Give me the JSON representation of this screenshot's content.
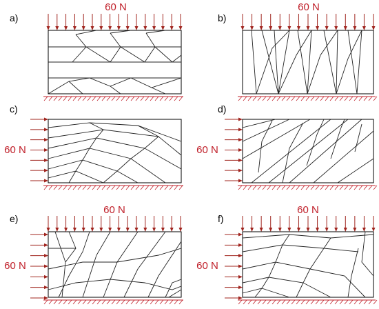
{
  "colors": {
    "load": "#c0202a",
    "arrow": "#a0241e",
    "structure": "#222222"
  },
  "panels": [
    {
      "id": "a",
      "label": "a)",
      "top_load": "60 N",
      "side_load": ""
    },
    {
      "id": "b",
      "label": "b)",
      "top_load": "60 N",
      "side_load": ""
    },
    {
      "id": "c",
      "label": "c)",
      "top_load": "",
      "side_load": "60 N"
    },
    {
      "id": "d",
      "label": "d)",
      "top_load": "",
      "side_load": "60 N"
    },
    {
      "id": "e",
      "label": "e)",
      "top_load": "60 N",
      "side_load": "60 N"
    },
    {
      "id": "f",
      "label": "f)",
      "top_load": "60 N",
      "side_load": "60 N"
    }
  ]
}
